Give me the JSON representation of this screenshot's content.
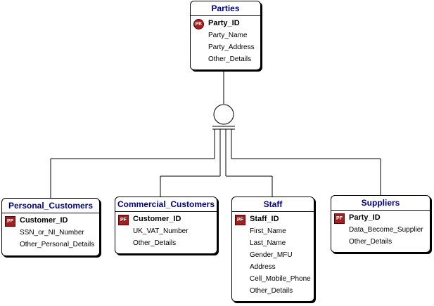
{
  "diagram": {
    "entities": [
      {
        "id": "parties",
        "title": "Parties",
        "attributes": [
          {
            "name": "Party_ID",
            "key": "PK"
          },
          {
            "name": "Party_Name",
            "key": ""
          },
          {
            "name": "Party_Address",
            "key": ""
          },
          {
            "name": "Other_Details",
            "key": ""
          }
        ]
      },
      {
        "id": "personal-customers",
        "title": "Personal_Customers",
        "attributes": [
          {
            "name": "Customer_ID",
            "key": "PF"
          },
          {
            "name": "SSN_or_NI_Number",
            "key": ""
          },
          {
            "name": "Other_Personal_Details",
            "key": ""
          }
        ]
      },
      {
        "id": "commercial-customers",
        "title": "Commercial_Customers",
        "attributes": [
          {
            "name": "Customer_ID",
            "key": "PF"
          },
          {
            "name": "UK_VAT_Number",
            "key": ""
          },
          {
            "name": "Other_Details",
            "key": ""
          }
        ]
      },
      {
        "id": "staff",
        "title": "Staff",
        "attributes": [
          {
            "name": "Staff_ID",
            "key": "PF"
          },
          {
            "name": "First_Name",
            "key": ""
          },
          {
            "name": "Last_Name",
            "key": ""
          },
          {
            "name": "Gender_MFU",
            "key": ""
          },
          {
            "name": "Address",
            "key": ""
          },
          {
            "name": "Cell_Mobile_Phone",
            "key": ""
          },
          {
            "name": "Other_Details",
            "key": ""
          }
        ]
      },
      {
        "id": "suppliers",
        "title": "Suppliers",
        "attributes": [
          {
            "name": "Party_ID",
            "key": "PF"
          },
          {
            "name": "Data_Become_Supplier",
            "key": ""
          },
          {
            "name": "Other_Details",
            "key": ""
          }
        ]
      }
    ],
    "colors": {
      "title_text": "#000080",
      "key_icon_fill": "#a31f1f",
      "line": "#000000",
      "background": "#ffffff"
    }
  }
}
